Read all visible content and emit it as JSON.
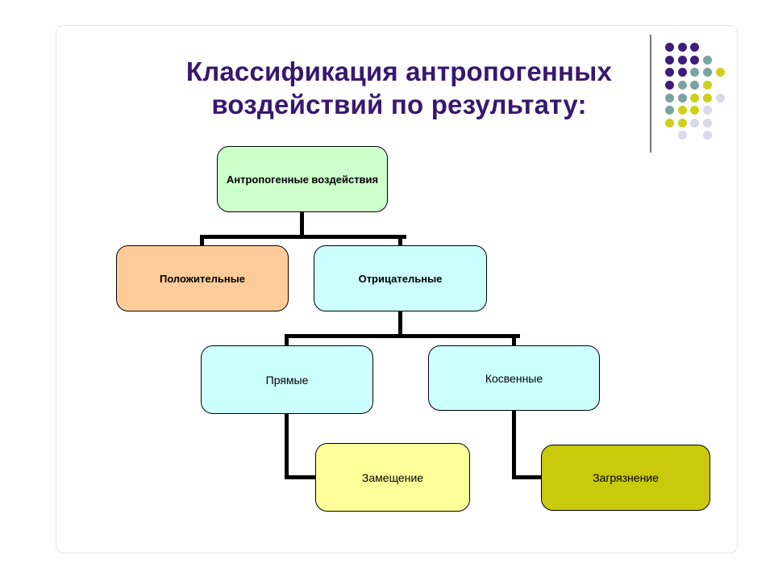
{
  "slide": {
    "title": "Классификация антропогенных воздействий по результату:"
  },
  "diagram": {
    "nodes": {
      "root": {
        "label": "Антропогенные воздействия",
        "fill": "#ccffcc"
      },
      "positive": {
        "label": "Положительные",
        "fill": "#ffcc99"
      },
      "negative": {
        "label": "Отрицательные",
        "fill": "#ccffff"
      },
      "direct": {
        "label": "Прямые",
        "fill": "#ccffff"
      },
      "indirect": {
        "label": "Косвенные",
        "fill": "#ccffff"
      },
      "substitution": {
        "label": "Замещение",
        "fill": "#ffff99"
      },
      "pollution": {
        "label": "Загрязнение",
        "fill": "#c9ca0b"
      }
    }
  },
  "decoration": {
    "dot_colors": {
      "P": "#3d1d79",
      "T": "#7aa4a4",
      "Y": "#ccd01b",
      "L": "#d9dae8"
    },
    "dot_rows": [
      "PPP..",
      "PPPT.",
      "PPTTY",
      "PTTY.",
      "TTYYL",
      "TYYL.",
      "YYLL.",
      ".L.L."
    ]
  },
  "colors": {
    "title_text": "#38176f",
    "connector": "#000000"
  }
}
